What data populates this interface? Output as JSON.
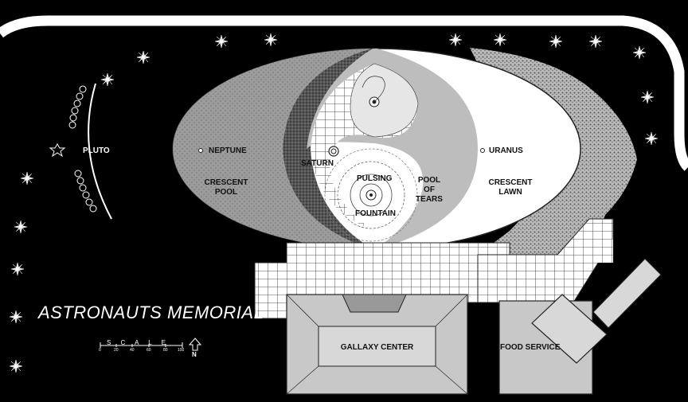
{
  "map": {
    "title": "ASTRONAUTS MEMORIAL",
    "scale": {
      "label": "S C A L E",
      "ticks": [
        "0",
        "20",
        "40",
        "60",
        "80",
        "100"
      ],
      "north_label": "N"
    },
    "features": {
      "pluto": "PLUTO",
      "neptune": "NEPTUNE",
      "crescent_pool": "CRESCENT\nPOOL",
      "saturn": "SATURN",
      "pulsing_fountain_top": "PULSING",
      "pulsing_fountain_bottom": "FOUNTAIN",
      "pool_of_tears": "POOL\nOF\nTEARS",
      "uranus": "URANUS",
      "crescent_lawn": "CRESCENT\nLAWN",
      "gallaxy_center": "GALLAXY CENTER",
      "food_service": "FOOD SERVICE"
    },
    "colors": {
      "background": "#000000",
      "road": "#ffffff",
      "crescent_pool": "#9c9c9c",
      "fountain_pool": "#a8a8a8",
      "lawn": "#ffffff",
      "building": "#c8c8c8"
    }
  }
}
